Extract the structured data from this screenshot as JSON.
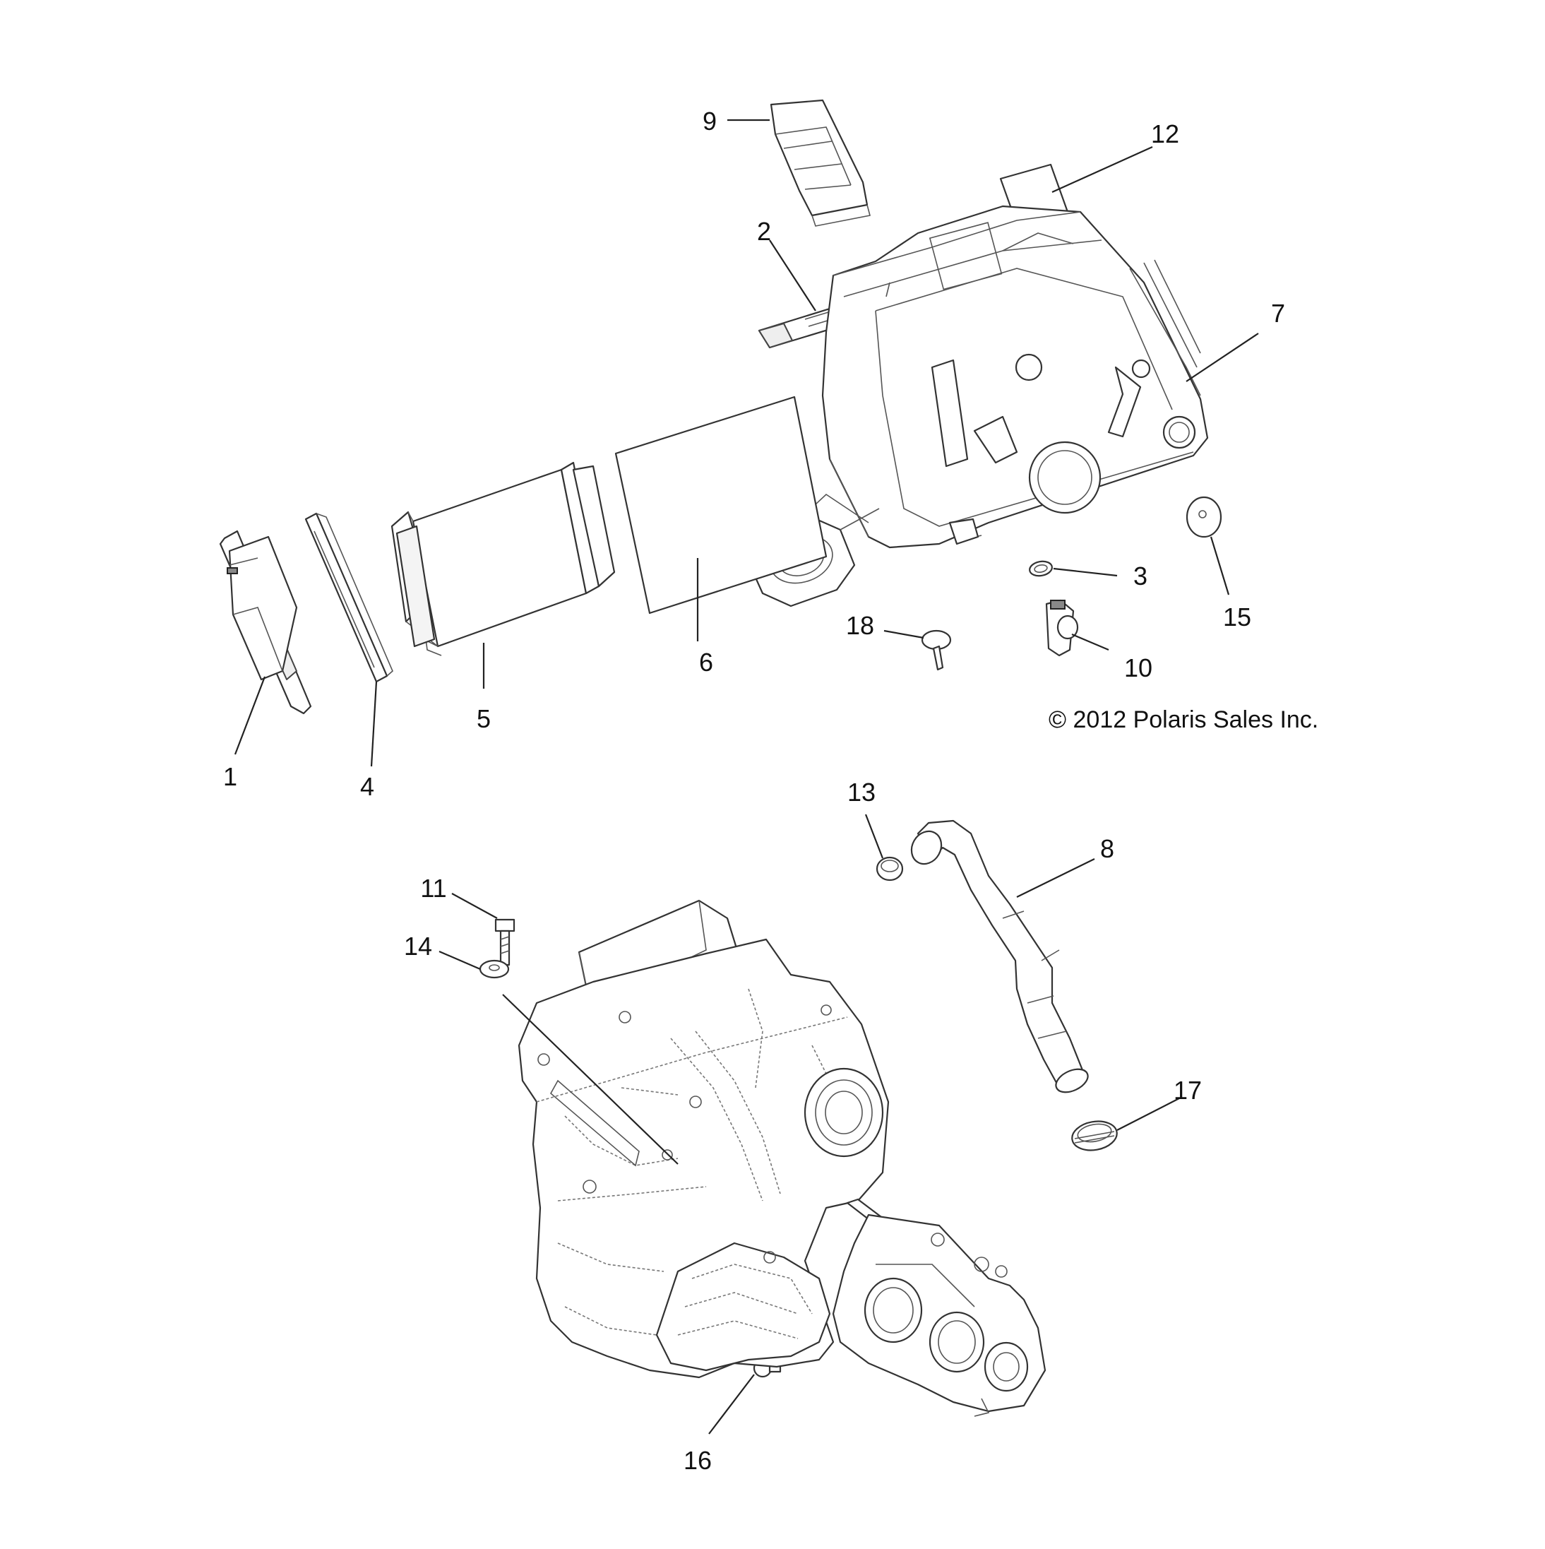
{
  "labels": {
    "l1": "1",
    "l2": "2",
    "l3": "3",
    "l4": "4",
    "l5": "5",
    "l6": "6",
    "l7": "7",
    "l8": "8",
    "l9": "9",
    "l10": "10",
    "l11": "11",
    "l12": "12",
    "l13": "13",
    "l14": "14",
    "l15": "15",
    "l16": "16",
    "l17": "17",
    "l18": "18"
  },
  "copyright": "© 2012 Polaris Sales Inc."
}
